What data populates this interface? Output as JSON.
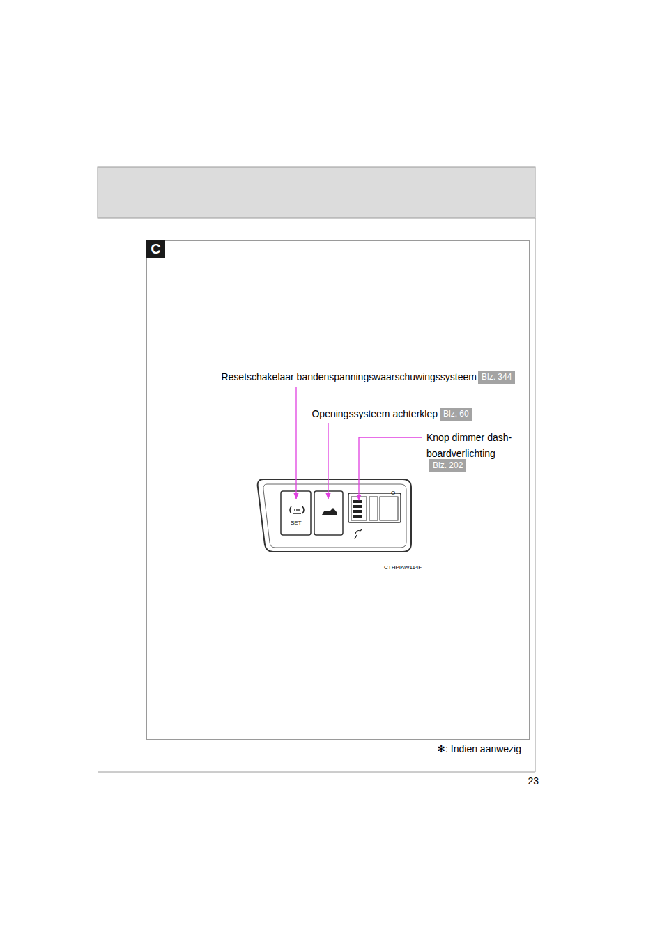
{
  "diagram": {
    "nodes": [
      {
        "text": [
          "C"
        ]
      },
      {
        "text": [
          "Blz. 344"
        ]
      },
      {
        "text": [
          "Blz. 60"
        ]
      },
      {
        "text": [
          "Blz. 202"
        ]
      }
    ],
    "labels": [
      "Resetschakelaar bandenspanningswaarschuwingssysteem",
      "Openingssysteem achterklep",
      "Knop dimmer dash- boardverlichting",
      "SET",
      "O",
      "CTHPIAW114F",
      "✻: Indien aanwezig",
      "23"
    ]
  }
}
